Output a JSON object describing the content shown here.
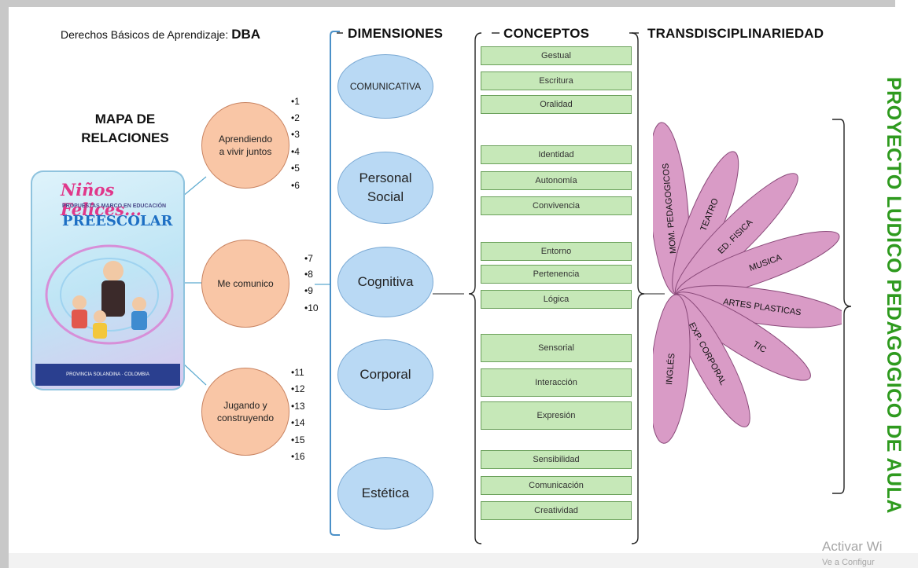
{
  "header": {
    "dba_prefix": "Derechos Básicos de Aprendizaje:",
    "dba_label": "DBA",
    "dimensiones": "DIMENSIONES",
    "conceptos": "CONCEPTOS",
    "transdisciplinariedad": "TRANSDISCIPLINARIEDAD"
  },
  "mapa_title": "MAPA DE RELACIONES",
  "book": {
    "title": "Niños Felices...",
    "subtitle": "PROPUESTAS MARCO EN EDUCACIÓN",
    "level": "PREESCOLAR",
    "footer": "PROVINCIA SOLANDINA · COLOMBIA"
  },
  "dba_groups": [
    {
      "label": "Aprendiendo a vivir juntos",
      "numbers": [
        "1",
        "2",
        "3",
        "4",
        "5",
        "6"
      ]
    },
    {
      "label": "Me comunico",
      "numbers": [
        "7",
        "8",
        "9",
        "10"
      ]
    },
    {
      "label": "Jugando y construyendo",
      "numbers": [
        "11",
        "12",
        "13",
        "14",
        "15",
        "16"
      ]
    }
  ],
  "dimensions": [
    "COMUNICATIVA",
    "Personal Social",
    "Cognitiva",
    "Corporal",
    "Estética"
  ],
  "concepts": [
    [
      "Gestual",
      "Escritura",
      "Oralidad"
    ],
    [
      "Identidad",
      "Autonomía",
      "Convivencia"
    ],
    [
      "Entorno",
      "Pertenencia",
      "Lógica"
    ],
    [
      "Sensorial",
      "Interacción",
      "Expresión"
    ],
    [
      "Sensibilidad",
      "Comunicación",
      "Creatividad"
    ]
  ],
  "petals": [
    "MOM. PEDAGOGICOS",
    "TEATRO",
    "ED. FISICA",
    "MUSICA",
    "ARTES PLASTICAS",
    "TIC",
    "EXP. CORPORAL",
    "INGLÉS"
  ],
  "project_title": "PROYECTO LUDICO PEDAGOGICO DE AULA",
  "watermark": {
    "line1": "Activar Wi",
    "line2": "Ve a Configur"
  },
  "colors": {
    "circle": "#f9c6a6",
    "ellipse": "#b9d9f4",
    "concept": "#c6e8b8",
    "petal": "#d99bc6",
    "title_green": "#2e9a1e",
    "bracket_blue": "#4a90c8"
  }
}
